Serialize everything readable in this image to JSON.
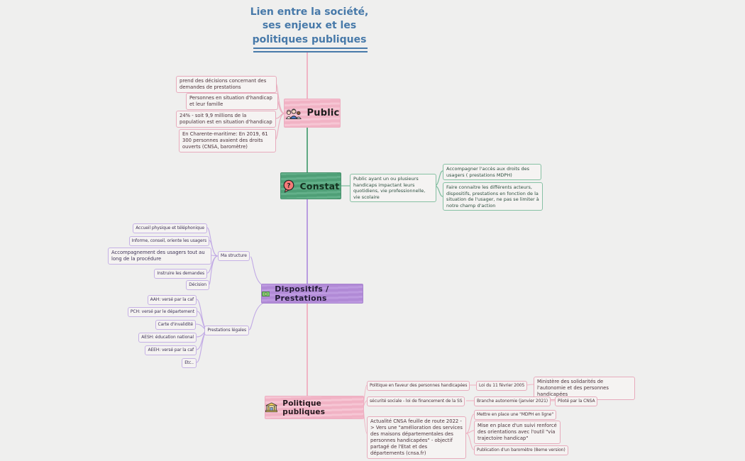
{
  "title": {
    "lines": [
      "Lien entre la société,",
      "ses enjeux et les",
      "politiques publiques"
    ]
  },
  "nodes": {
    "public": {
      "label": "Public",
      "icon": "people-group-icon"
    },
    "constat": {
      "label": "Constat",
      "icon": "question-bubble-icon"
    },
    "dispositifs": {
      "label": "Dispositifs / Prestations",
      "icon": "banknote-icon"
    },
    "politique": {
      "label": "Politique publiques",
      "icon": "bank-building-icon"
    }
  },
  "branches": {
    "public": [
      "prend des décisions concernant des demandes de prestations",
      "Personnes en situation d'handicap et leur famille",
      "24% - soit 9,9 millions de la population est en situation d'handicap",
      "En Charente-maritime: En 2019, 61 300 personnes avaient des droits ouverts (CNSA, baromètre)"
    ],
    "constat": {
      "main": "Public ayant un ou plusieurs handicaps impactant leurs quotidiens, vie professionnelle, vie scolaire",
      "children": [
        "Accompagner l'accès aux droits des usagers ( prestations MDPH)",
        "Faire connaitre les différents acteurs, dispositifs, prestations en fonction de la situation de l'usager, ne pas se limiter à notre champ d'action"
      ]
    },
    "dispositifs": {
      "ma_structure": {
        "label": "Ma structure",
        "children": [
          "Accueil physique et téléphonique",
          "Informe, conseil, oriente les usagers",
          "Accompagnement des usagers tout au long de la procédure",
          "Instruire les demandes",
          "Décision"
        ]
      },
      "prestations_legales": {
        "label": "Prestations légales",
        "children": [
          "AAH: versé par la caf",
          "PCH: versé par le département",
          "Carte d'invalidité",
          "AESH: éducation national",
          "AEEH: versé par la caf",
          "Etc.."
        ]
      }
    },
    "politique": [
      {
        "text": "Politique en faveur des personnes handicapées",
        "child": "Loi du 11 février 2005",
        "grandchild": "Ministère des solidarités de l'autonomie et des personnes handicapées"
      },
      {
        "text": "sécurité sociale - loi de financement de la SS",
        "child": "Branche autonomie (janvier 2021)",
        "grandchild": "Piloté par la CNSA"
      },
      {
        "text": "Actualité CNSA feuille de route 2022 -> Vers une \"amélioration des services des maisons départementales des personnes handicapées\" - objectif partagé de l'Etat et des départements (cnsa.fr)",
        "children": [
          "Mettre en place une \"MDPH en ligne\"",
          "Mise en place d'un suivi renforcé des orientations avec l'outil \"via trajectoire handicap\"",
          "Publication d'un baromètre (8eme version)"
        ]
      }
    ]
  },
  "colors": {
    "title_blue": "#4779a9",
    "node_pink": "#f3bac9",
    "node_green": "#54a67e",
    "node_purple": "#b592d9",
    "line_pink": "#f0b4c5",
    "line_green": "#5fa983",
    "line_purple": "#b99ce0"
  }
}
